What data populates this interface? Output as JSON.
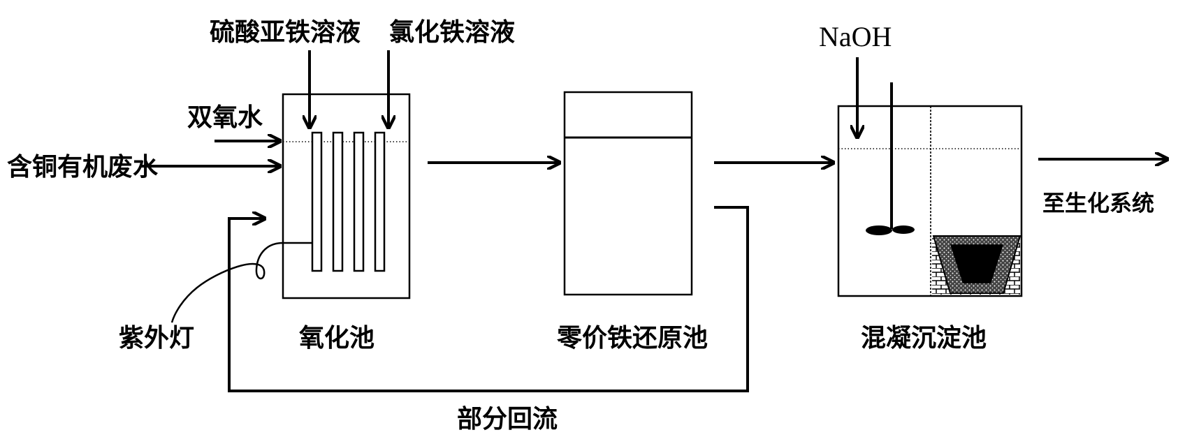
{
  "labels": {
    "ferrous_sulfate": "硫酸亚铁溶液",
    "ferric_chloride": "氯化铁溶液",
    "hydrogen_peroxide": "双氧水",
    "influent": "含铜有机废水",
    "uv_lamp": "紫外灯",
    "oxidation_tank": "氧化池",
    "zvi_tank": "零价铁还原池",
    "naoh": "NaOH",
    "coag_tank": "混凝沉淀池",
    "to_bio": "至生化系统",
    "recycle": "部分回流"
  },
  "colors": {
    "ink": "#000000",
    "background": "#ffffff"
  }
}
